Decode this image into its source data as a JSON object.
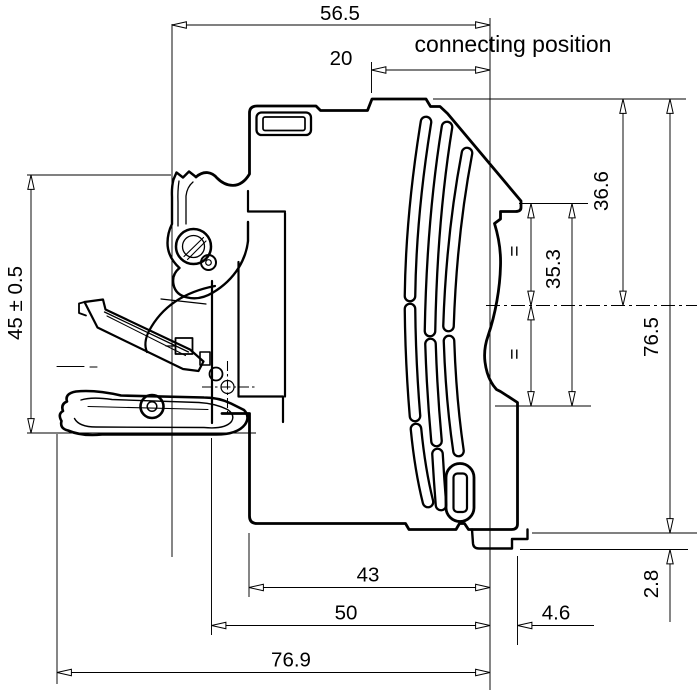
{
  "drawing": {
    "colors": {
      "line": "#000000",
      "background": "#ffffff"
    },
    "annotation": {
      "connecting_position": "connecting position"
    },
    "dimensions": {
      "top_width": "56.5",
      "top_offset": "20",
      "left_height": "45 ± 0.5",
      "right_upper": "36.6",
      "right_mid": "35.3",
      "right_total": "76.5",
      "equal_mark_upper": "=",
      "equal_mark_lower": "=",
      "bottom_inner": "43",
      "bottom_mid": "50",
      "bottom_total": "76.9",
      "bottom_right_offset": "4.6",
      "right_tab_height": "2.8"
    }
  }
}
